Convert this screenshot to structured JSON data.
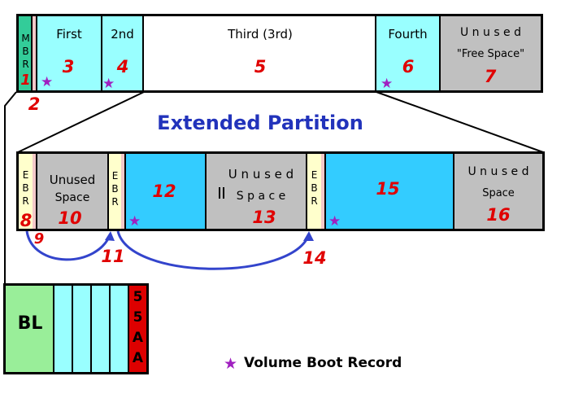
{
  "top_bar": {
    "mbr_letters": [
      "M",
      "B",
      "R"
    ],
    "mbr_num": "1",
    "gap_num": "2",
    "first_label": "First",
    "first_num": "3",
    "second_label": "2nd",
    "second_num": "4",
    "third_label": "Third (3rd)",
    "third_num": "5",
    "fourth_label": "Fourth",
    "fourth_num": "6",
    "unused_label": "U n u s e d",
    "free_label": "\"Free Space\"",
    "unused_num": "7"
  },
  "extended": {
    "title": "Extended  Partition",
    "ebr_letters": [
      "E",
      "B",
      "R"
    ],
    "ebr1_num": "8",
    "unused1_label": "Unused",
    "unused1_label2": "Space",
    "unused1_num": "10",
    "link1_num": "9",
    "ebr2_num": "11",
    "logical1_num": "12",
    "unused2_label": "U n u s e d",
    "unused2_label2": "S p a c e",
    "unused2_num": "13",
    "ebr3_num": "14",
    "logical2_num": "15",
    "unused3_label": "U n u s e d",
    "unused3_label2": "Space",
    "unused3_num": "16"
  },
  "boot": {
    "bl_label": "BL",
    "sig_chars": [
      "5",
      "5",
      "A",
      "A"
    ]
  },
  "legend": {
    "star": "★",
    "text": "Volume Boot Record"
  },
  "colors": {
    "partition": "#33ccff",
    "unused": "#c0c0c0",
    "mbr": "#33cc99",
    "ebr": "#ffffcc",
    "boot_code": "#99ee99",
    "signature": "#dd0000",
    "arrow": "#3344cc",
    "star": "#a020c0",
    "number": "#e00000"
  }
}
